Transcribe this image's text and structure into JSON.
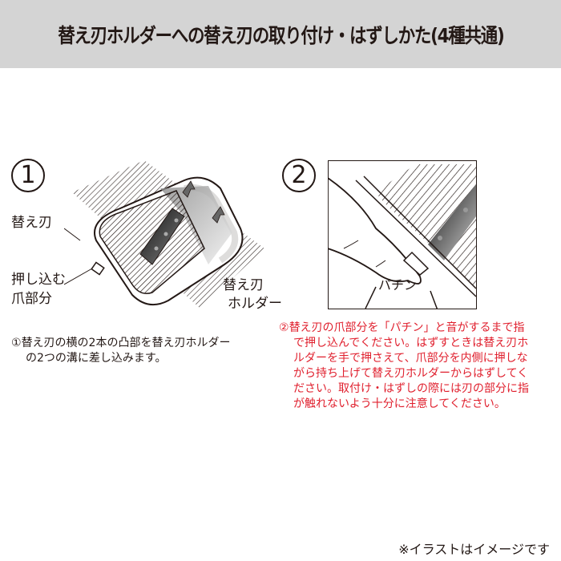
{
  "header": {
    "title": "替え刃ホルダーへの替え刃の取り付け・はずしかた(4種共通)",
    "background": "#d4d4d4"
  },
  "step1": {
    "number": "1",
    "illustration": "blade-into-holder-illustration",
    "labels": {
      "blade": "替え刃",
      "push_claw_line1": "押し込む",
      "push_claw_line2": "爪部分",
      "holder_line1": "替え刃",
      "holder_line2": "ホルダー"
    },
    "caption": {
      "marker": "①",
      "lines": [
        "替え刃の横の2本の凸部を替え刃ホルダー",
        "の2つの溝に差し込みます。"
      ],
      "color": "#231815"
    }
  },
  "step2": {
    "number": "2",
    "illustration": "press-claw-illustration",
    "sound_label": "パチン",
    "caption": {
      "marker": "②",
      "lines": [
        "替え刃の爪部分を「パチン」と音がするまで指",
        "で押し込んでください。はずすときは替え刃ホ",
        "ルダーを手で押さえて、爪部分を内側に押しな",
        "がら持ち上げて替え刃ホルダーからはずしてく",
        "ださい。取付け・はずしの際には刃の部分に指",
        "が触れないよう十分に注意してください。"
      ],
      "color": "#e0202e"
    }
  },
  "footer_note": "※イラストはイメージです"
}
